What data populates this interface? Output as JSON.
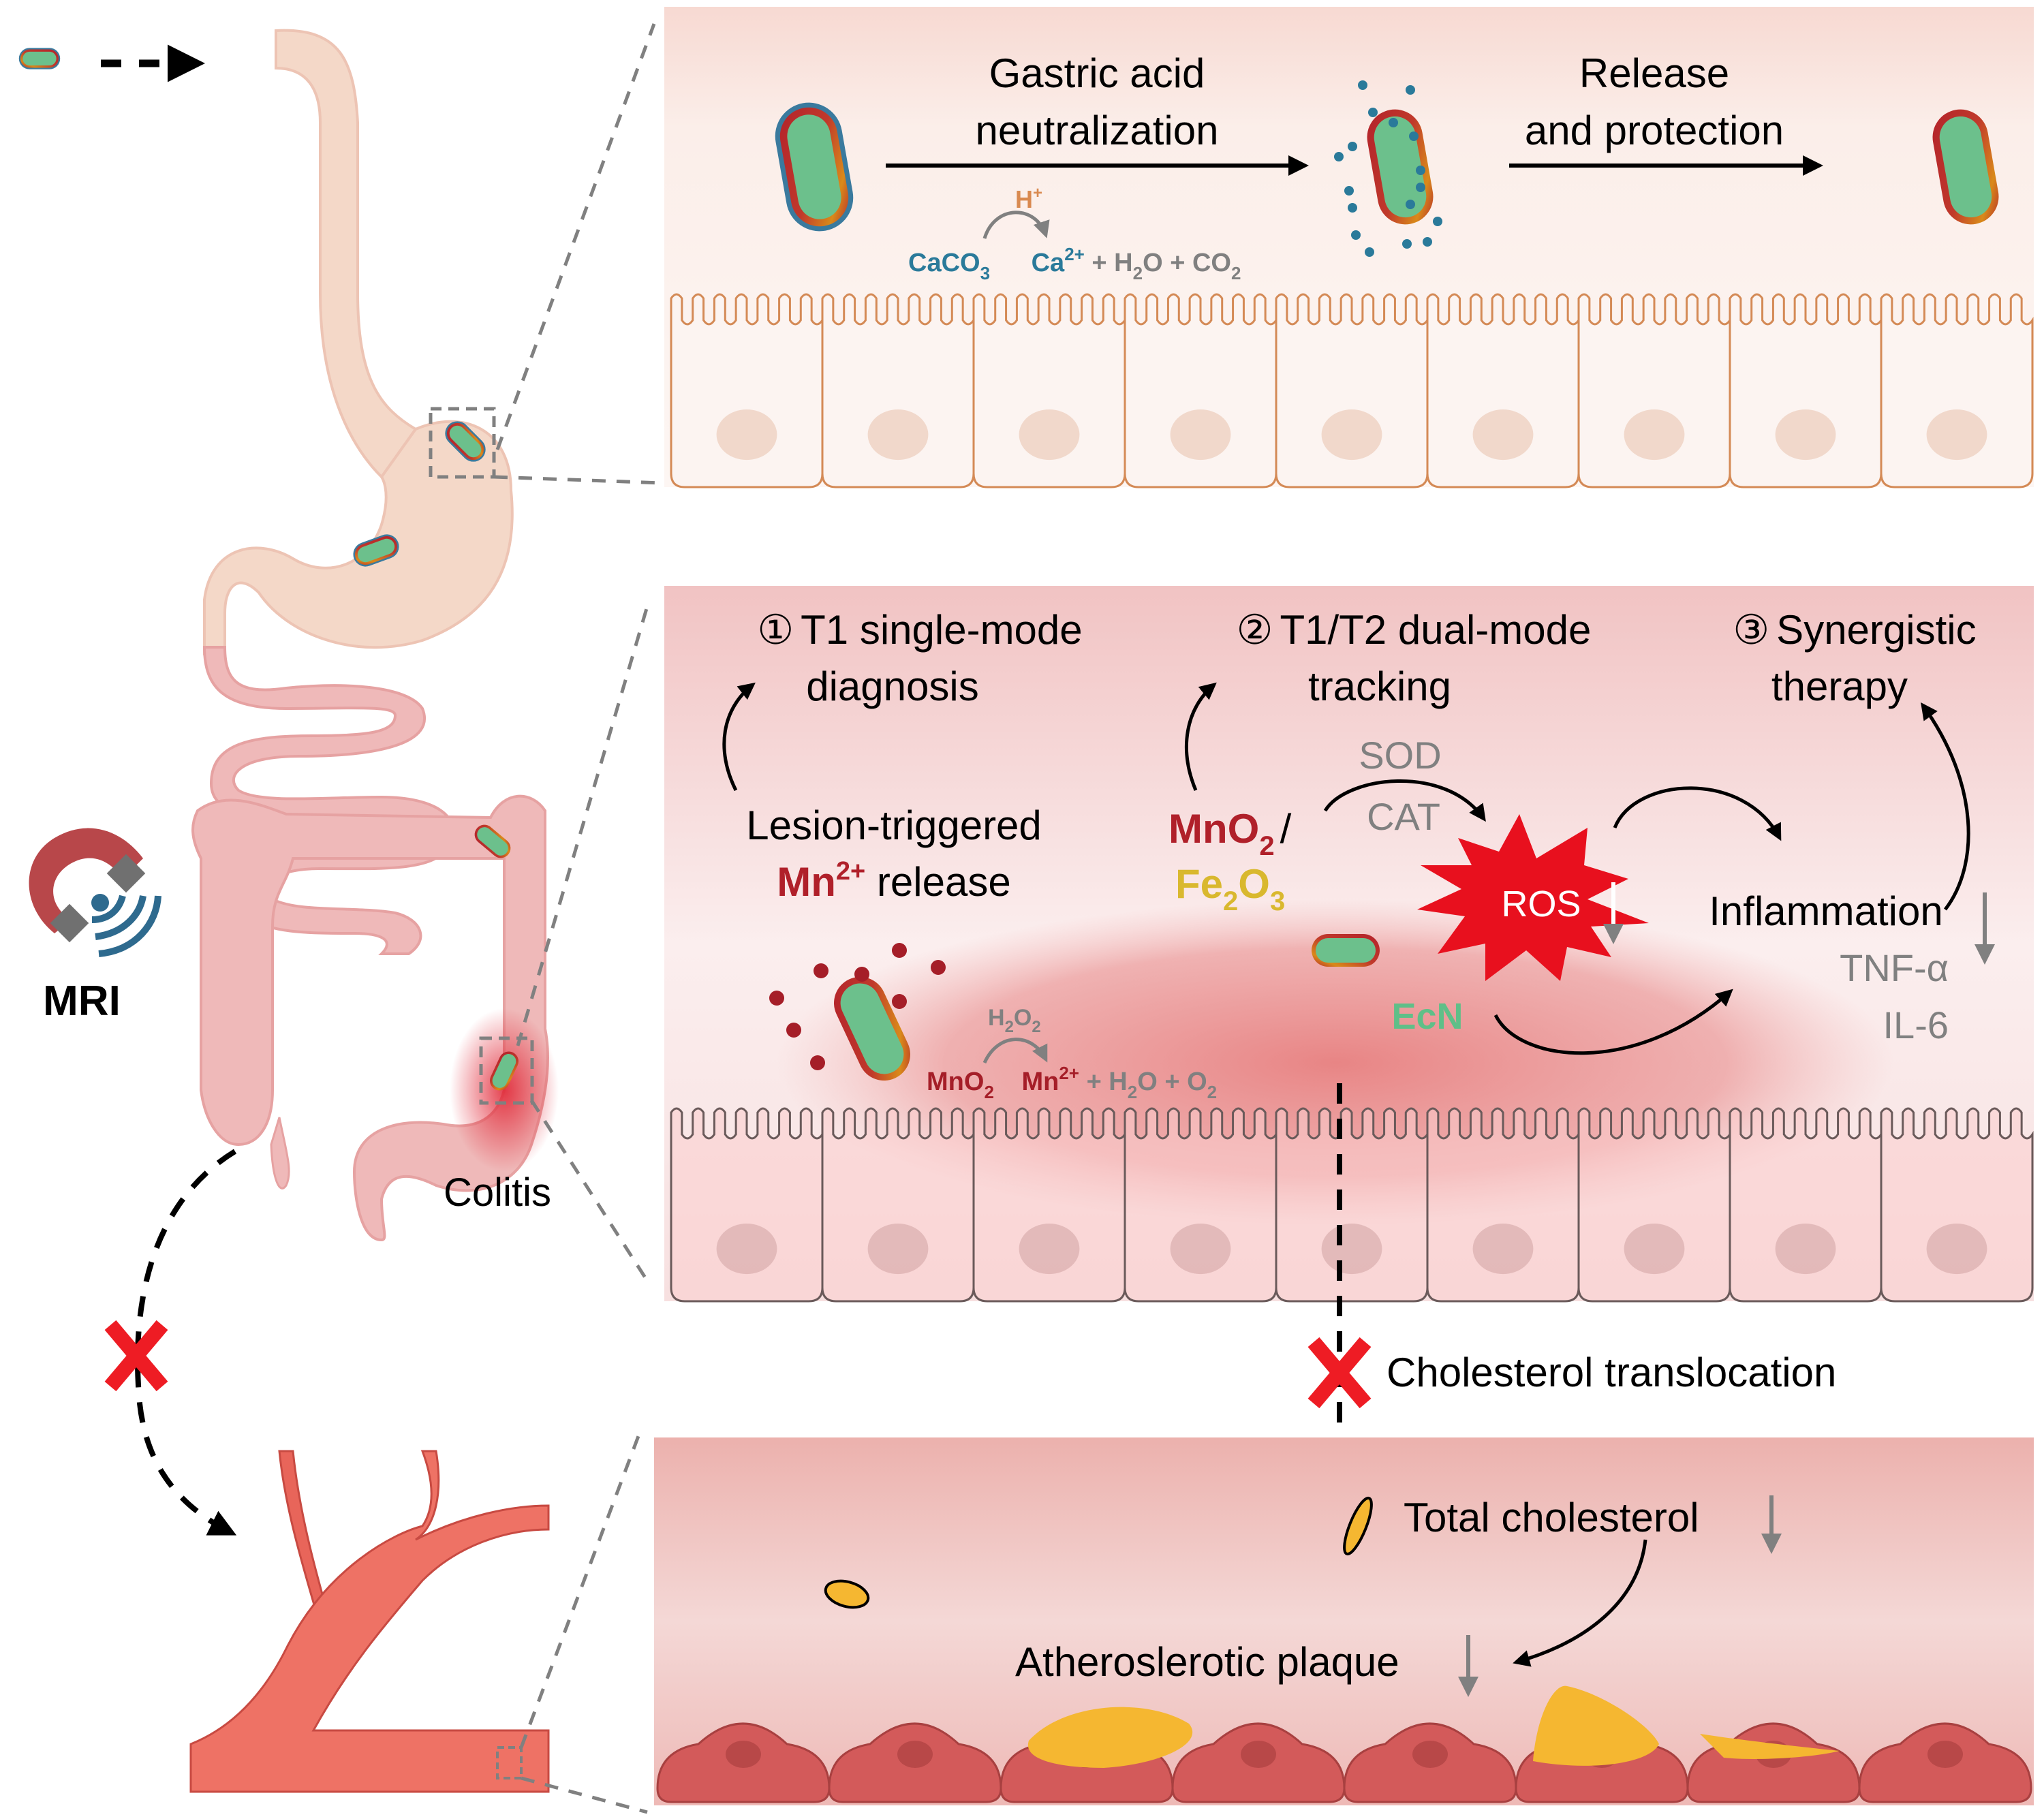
{
  "colors": {
    "bacteria_fill": "#6cc08c",
    "shell_red": "#b3222b",
    "shell_orange": "#d98a1a",
    "coat_blue": "#3a7a9e",
    "stomach": "#f4d8c8",
    "intestine": "#efb9b9",
    "inflammation": "#e0505a",
    "vessel": "#e8655a",
    "cholesterol": "#f5b731",
    "ros": "#e8101e",
    "cross": "#ee1c24",
    "gray_text": "#808080"
  },
  "left": {
    "mri_label": "MRI",
    "colitis_label": "Colitis"
  },
  "top_panel": {
    "step1_line1": "Gastric acid",
    "step1_line2": "neutralization",
    "step2_line1": "Release",
    "step2_line2": "and protection",
    "h_plus": "H",
    "h_plus_sup": "+",
    "reaction": {
      "reactant": "CaCO",
      "reactant_sub": "3",
      "product_ca": "Ca",
      "product_ca_sup": "2+",
      "product_rest_1": " + H",
      "product_rest_sub1": "2",
      "product_rest_2": "O + CO",
      "product_rest_sub2": "2"
    }
  },
  "middle_panel": {
    "step1": {
      "num": "①",
      "line1": "T1 single-mode",
      "line2": "diagnosis"
    },
    "step2": {
      "num": "②",
      "line1": "T1/T2 dual-mode",
      "line2": "tracking"
    },
    "step3": {
      "num": "③",
      "line1": "Synergistic",
      "line2": "therapy"
    },
    "lesion_line1": "Lesion-triggered",
    "lesion_mn": "Mn",
    "lesion_mn_sup": "2+",
    "lesion_release": " release",
    "mno2": "MnO",
    "mno2_sub": "2",
    "slash": "/",
    "fe2o3_a": "Fe",
    "fe2o3_sub1": "2",
    "fe2o3_b": "O",
    "fe2o3_sub2": "3",
    "sod": "SOD",
    "cat": "CAT",
    "ros": "ROS",
    "ecn": "EcN",
    "inflammation": "Inflammation",
    "tnf": "TNF-α",
    "il6": "IL-6",
    "reaction": {
      "catalyst_a": "H",
      "catalyst_sub1": "2",
      "catalyst_b": "O",
      "catalyst_sub2": "2",
      "reactant": "MnO",
      "reactant_sub": "2",
      "product_mn": "Mn",
      "product_mn_sup": "2+",
      "product_rest_1": " + H",
      "product_rest_sub1": "2",
      "product_rest_2": "O + O",
      "product_rest_sub2": "2"
    }
  },
  "bottom_panel": {
    "cholesterol_translocation": "Cholesterol translocation",
    "total_cholesterol": "Total cholesterol",
    "plaque": "Atheroslerotic plaque"
  }
}
